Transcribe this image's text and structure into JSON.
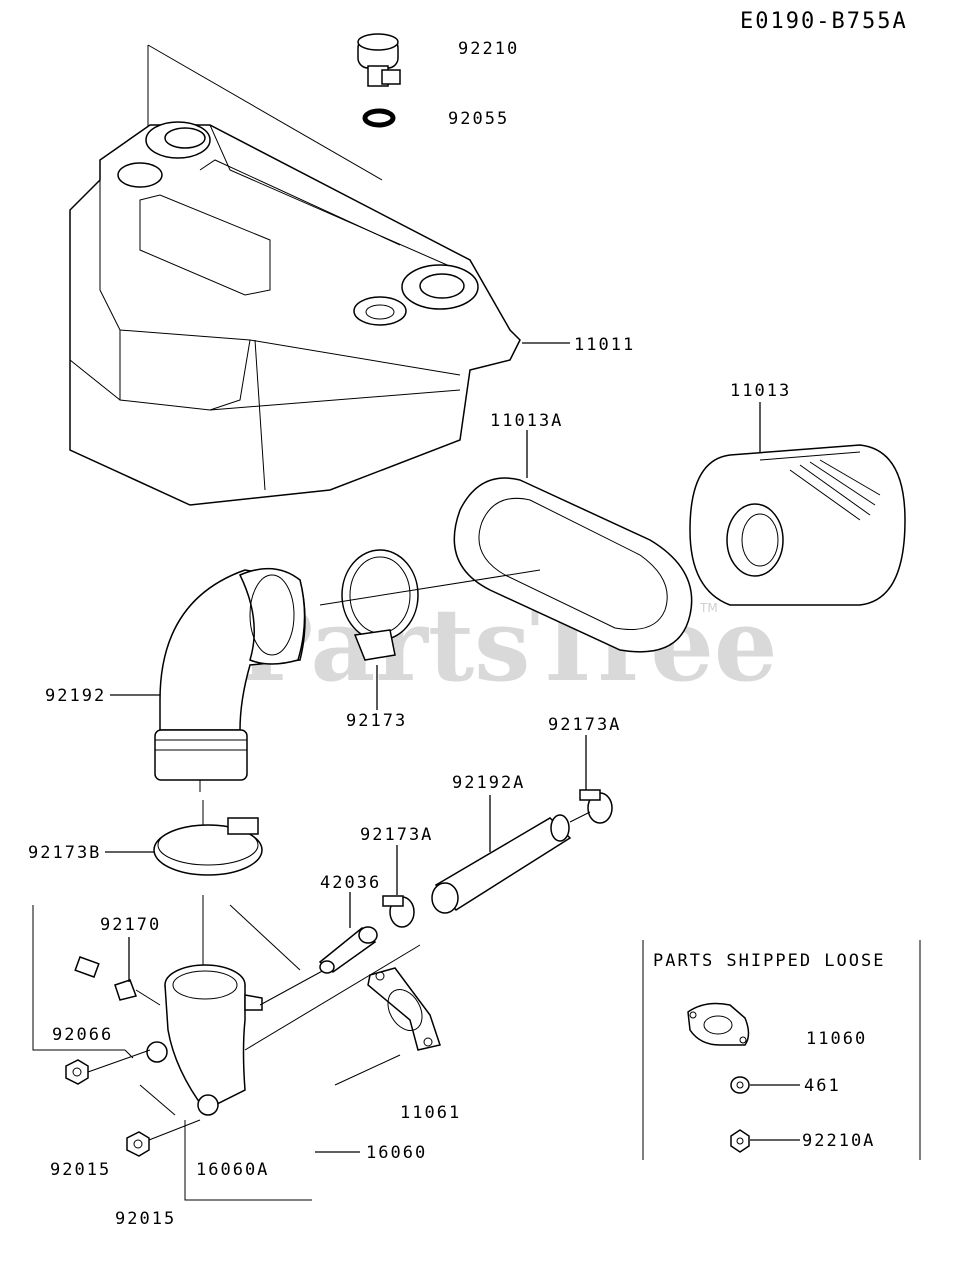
{
  "diagram": {
    "code": "E0190-B755A",
    "watermark": "PartsTree",
    "watermark_tm": "TM",
    "loose_title": "PARTS SHIPPED LOOSE",
    "labels": {
      "p92210": "92210",
      "p92055": "92055",
      "p11011": "11011",
      "p11013A": "11013A",
      "p11013": "11013",
      "p92192": "92192",
      "p92173": "92173",
      "p92173A_top": "92173A",
      "p92192A": "92192A",
      "p92173A_mid": "92173A",
      "p92173B": "92173B",
      "p42036": "42036",
      "p92170": "92170",
      "p92066": "92066",
      "p11061": "11061",
      "p92015_left": "92015",
      "p16060A": "16060A",
      "p16060": "16060",
      "p92015_bottom": "92015",
      "p11060": "11060",
      "p461": "461",
      "p92210A": "92210A"
    }
  }
}
